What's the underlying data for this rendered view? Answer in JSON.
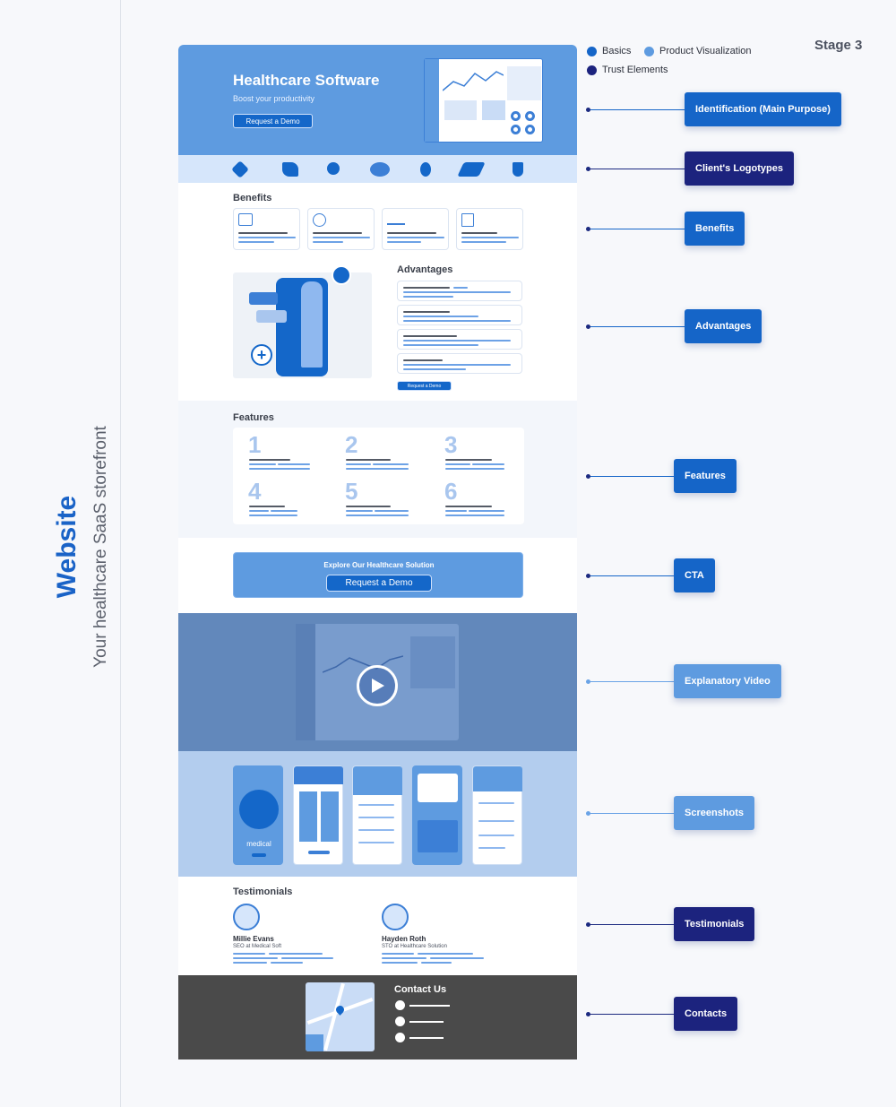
{
  "side": {
    "title": "Website",
    "subtitle": "Your healthcare SaaS storefront"
  },
  "stage": "Stage 3",
  "legend": [
    {
      "label": "Basics",
      "color": "#1565c8"
    },
    {
      "label": "Product Visualization",
      "color": "#5e9be0"
    },
    {
      "label": "Trust Elements",
      "color": "#1c237e"
    }
  ],
  "mockup": {
    "hero_title": "Healthcare Software",
    "hero_subtitle": "Boost your productivity",
    "hero_button": "Request a Demo",
    "benefits_title": "Benefits",
    "advantages_title": "Advantages",
    "advantages_button": "Request a Demo",
    "features_title": "Features",
    "feature_numbers": [
      "1",
      "2",
      "3",
      "4",
      "5",
      "6"
    ],
    "cta_text": "Explore Our Healthcare Solution",
    "cta_button": "Request a Demo",
    "screenshot_brand": "medical",
    "testimonials_title": "Testimonials",
    "testimonials": [
      {
        "name": "Millie Evans",
        "role": "SEO at Medical Soft"
      },
      {
        "name": "Hayden Roth",
        "role": "STO at Healthcare Solution"
      }
    ],
    "contacts_title": "Contact Us"
  },
  "labels": [
    {
      "text": "Identification (Main Purpose)",
      "type": "Basics",
      "color": "#1565c8"
    },
    {
      "text": "Client's Logotypes",
      "type": "Trust Elements",
      "color": "#1c237e"
    },
    {
      "text": "Benefits",
      "type": "Basics",
      "color": "#1565c8"
    },
    {
      "text": "Advantages",
      "type": "Basics",
      "color": "#1565c8"
    },
    {
      "text": "Features",
      "type": "Basics",
      "color": "#1565c8"
    },
    {
      "text": "CTA",
      "type": "Basics",
      "color": "#1565c8"
    },
    {
      "text": "Explanatory Video",
      "type": "Product Visualization",
      "color": "#5e9be0"
    },
    {
      "text": "Screenshots",
      "type": "Product Visualization",
      "color": "#5e9be0"
    },
    {
      "text": "Testimonials",
      "type": "Trust Elements",
      "color": "#1c237e"
    },
    {
      "text": "Contacts",
      "type": "Trust Elements",
      "color": "#1c237e"
    }
  ]
}
